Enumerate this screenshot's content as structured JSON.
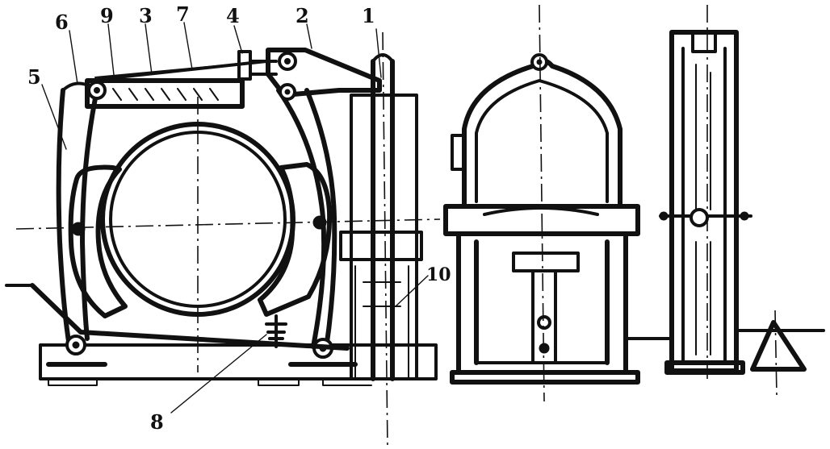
{
  "labels": {
    "l1": "1",
    "l2": "2",
    "l3": "3",
    "l4": "4",
    "l5": "5",
    "l6": "6",
    "l7": "7",
    "l8": "8",
    "l9": "9",
    "l10": "10"
  }
}
